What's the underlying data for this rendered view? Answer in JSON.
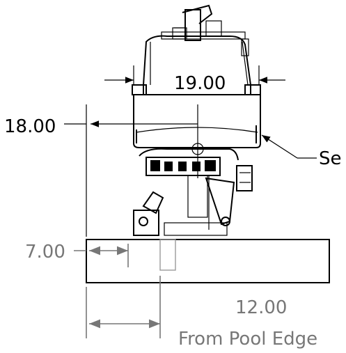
{
  "drawing": {
    "dimensions": {
      "width_top": "19.00",
      "left_offset": "18.00",
      "base_edge": "7.00",
      "pool_edge": "12.00"
    },
    "labels": {
      "seat_callout": "Se",
      "pool_edge_note": "From Pool Edge"
    }
  }
}
